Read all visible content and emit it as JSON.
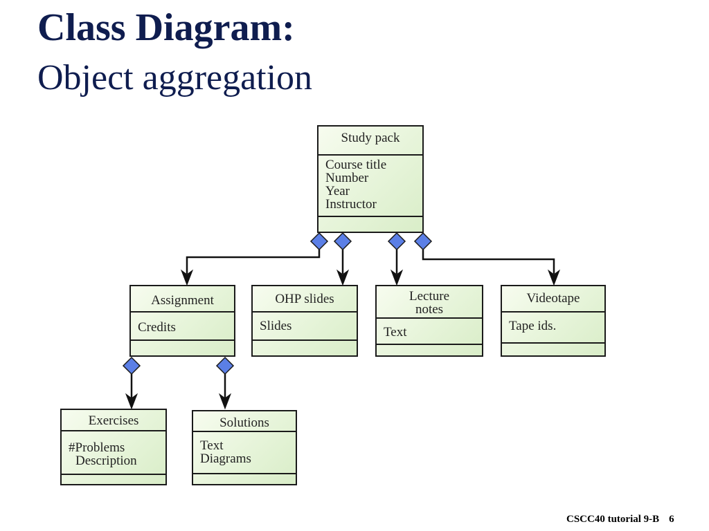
{
  "slide": {
    "title": "Class Diagram:",
    "subtitle": "Object aggregation",
    "footer_text": "CSCC40 tutorial 9-B",
    "footer_page": "6"
  },
  "colors": {
    "title": "#0f1d4f",
    "class_fill": "#e6f4d9",
    "diamond": "#5b7fe6"
  },
  "classes": {
    "study_pack": {
      "name": "Study pack",
      "attributes": [
        "Course title",
        "Number",
        "Year",
        "Instructor"
      ]
    },
    "assignment": {
      "name": "Assignment",
      "attributes": [
        "Credits"
      ]
    },
    "ohp_slides": {
      "name": "OHP slides",
      "attributes": [
        "Slides"
      ]
    },
    "lecture_notes": {
      "name_lines": [
        "Lecture",
        "notes"
      ],
      "attributes": [
        "Text"
      ]
    },
    "videotape": {
      "name": "Videotape",
      "attributes": [
        "Tape ids."
      ]
    },
    "exercises": {
      "name": "Exercises",
      "attributes": [
        "#Problems",
        "Description"
      ]
    },
    "solutions": {
      "name": "Solutions",
      "attributes": [
        "Text",
        "Diagrams"
      ]
    }
  }
}
